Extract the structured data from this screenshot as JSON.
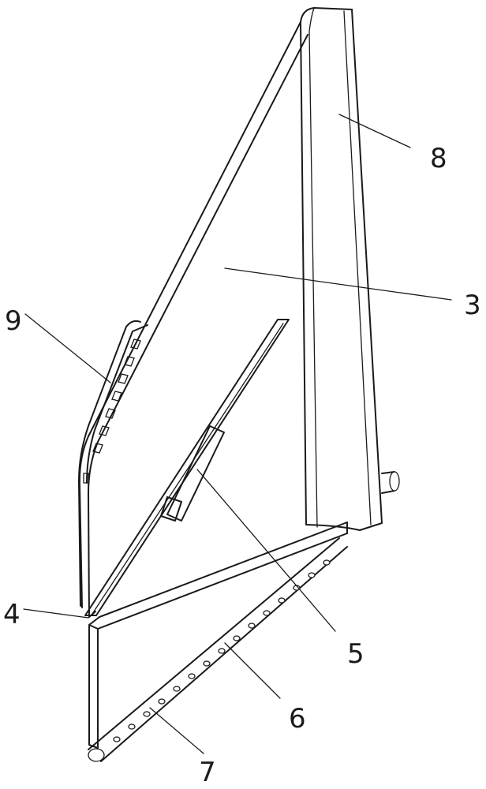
{
  "labels": {
    "l8": "8",
    "l3": "3",
    "l9": "9",
    "l4": "4",
    "l5": "5",
    "l6": "6",
    "l7": "7"
  }
}
